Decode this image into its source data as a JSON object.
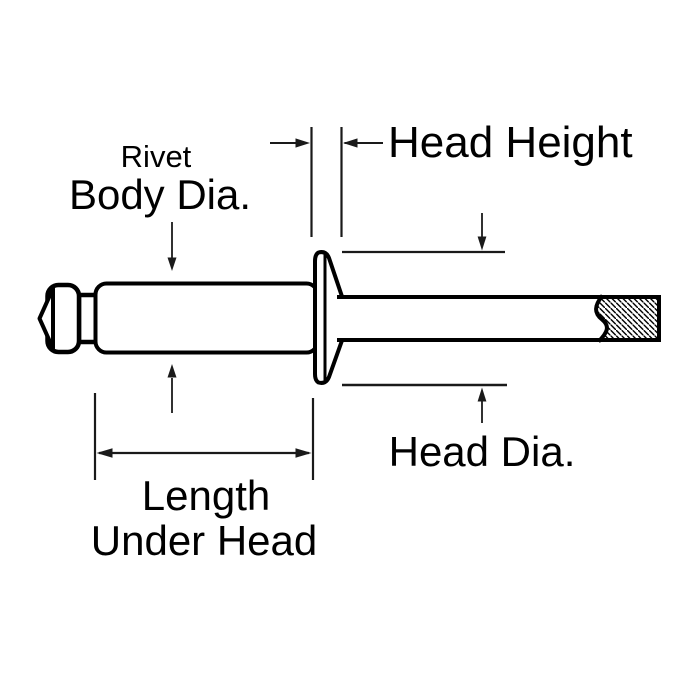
{
  "diagram": {
    "type": "technical-drawing",
    "subject": "blind rivet side view with dimension callouts",
    "colors": {
      "background": "#ffffff",
      "outline": "#000000",
      "dimension_line": "#1a1a1a",
      "text": "#000000"
    },
    "labels": {
      "rivet_body_dia": {
        "line1": "Rivet",
        "line2": "Body Dia."
      },
      "head_height": "Head Height",
      "head_dia": "Head Dia.",
      "length_under_head": {
        "line1": "Length",
        "line2": "Under Head"
      }
    }
  }
}
